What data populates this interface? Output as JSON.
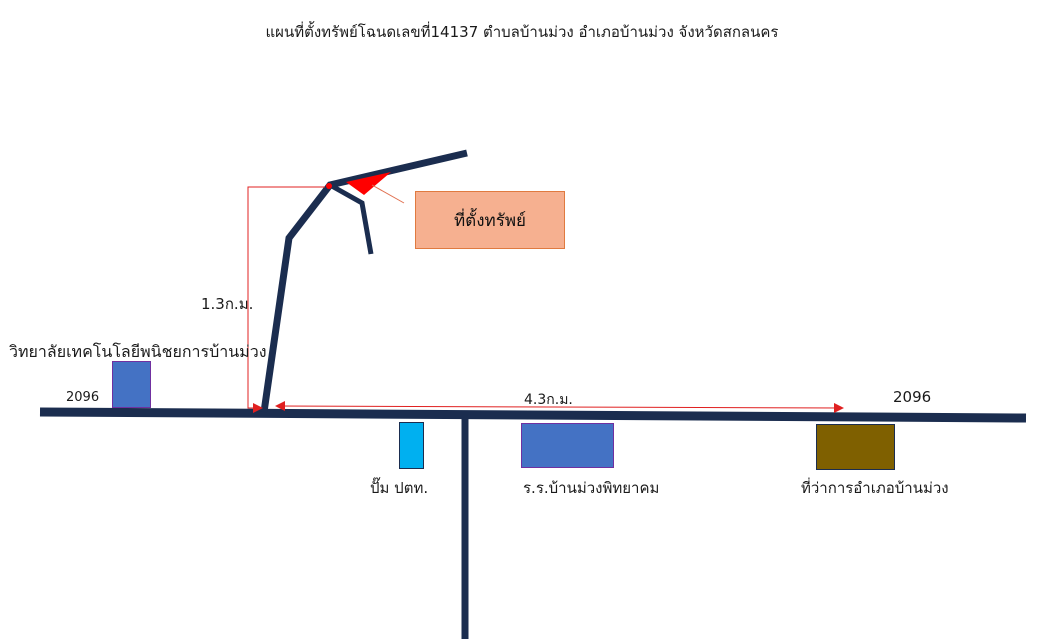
{
  "title": "แผนที่ตั้งทรัพย์โฉนดเลขที่14137 ตำบลบ้านม่วง อำเภอบ้านม่วง จังหวัดสกลนคร",
  "property_label": "ที่ตั้งทรัพย์",
  "distance_vertical": "1.3ก.ม.",
  "distance_horizontal": "4.3ก.ม.",
  "road_number_left": "2096",
  "road_number_right": "2096",
  "landmarks": {
    "college": "วิทยาลัยเทคโนโลยีพนิชยการบ้านม่วง",
    "gas_station": "ปั๊ม ปตท.",
    "school": "ร.ร.บ้านม่วงพิทยาคม",
    "district_office": "ที่ว่าการอำเภอบ้านม่วง"
  },
  "colors": {
    "road": "#1b2d4f",
    "dimension_line": "#e02020",
    "property_fill": "#ff0000",
    "property_label_bg": "#f6b090",
    "college_fill": "#4472c4",
    "gas_station_fill": "#00b0f0",
    "school_fill": "#4472c4",
    "district_office_fill": "#7f6000"
  }
}
